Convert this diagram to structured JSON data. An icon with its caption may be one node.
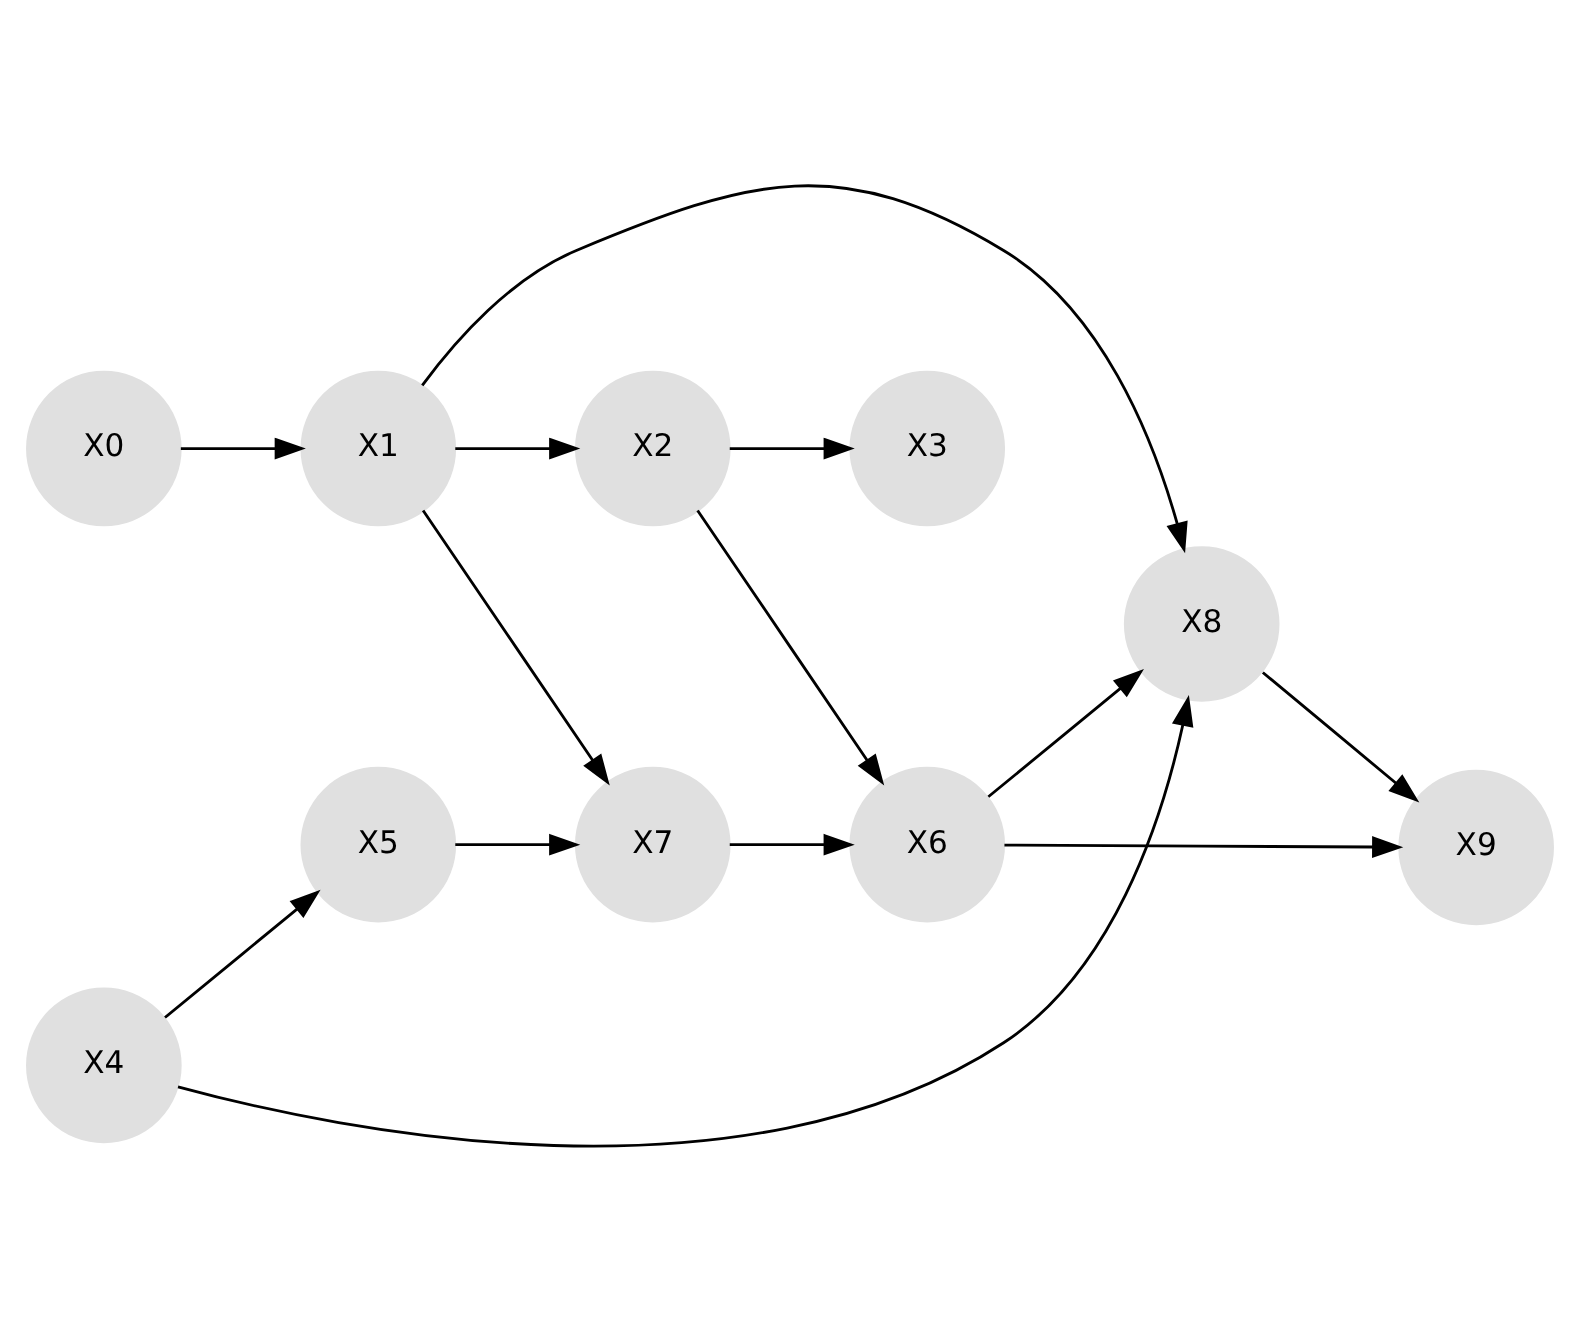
{
  "diagram": {
    "nodes": [
      {
        "text": [
          "X0"
        ]
      },
      {
        "text": [
          "X1"
        ]
      },
      {
        "text": [
          "X2"
        ]
      },
      {
        "text": [
          "X3"
        ]
      },
      {
        "text": [
          "X8"
        ]
      },
      {
        "text": [
          "X9"
        ]
      },
      {
        "text": [
          "X4"
        ]
      },
      {
        "text": [
          "X5"
        ]
      },
      {
        "text": [
          "X7"
        ]
      },
      {
        "text": [
          "X6"
        ]
      }
    ],
    "edges": [
      {
        "from": 0,
        "to": 1,
        "arrow": "to"
      },
      {
        "from": 1,
        "to": 2,
        "arrow": "to"
      },
      {
        "from": 2,
        "to": 3,
        "arrow": "to"
      },
      {
        "from": 1,
        "to": 4,
        "arrow": "to"
      },
      {
        "from": 1,
        "to": 8,
        "arrow": "to"
      },
      {
        "from": 2,
        "to": 9,
        "arrow": "to"
      },
      {
        "from": 4,
        "to": 5,
        "arrow": "to"
      },
      {
        "from": 6,
        "to": 4,
        "arrow": "to"
      },
      {
        "from": 6,
        "to": 7,
        "arrow": "to"
      },
      {
        "from": 7,
        "to": 8,
        "arrow": "to"
      },
      {
        "from": 8,
        "to": 9,
        "arrow": "to"
      },
      {
        "from": 9,
        "to": 4,
        "arrow": "to"
      },
      {
        "from": 9,
        "to": 5,
        "arrow": "to"
      }
    ]
  }
}
